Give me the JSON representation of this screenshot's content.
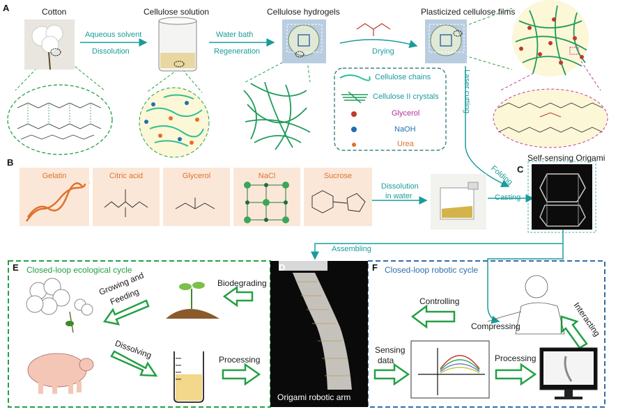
{
  "panels": {
    "a": "A",
    "b": "B",
    "c": "C",
    "d": "D",
    "e": "E",
    "f": "F"
  },
  "row_a": {
    "cotton": "Cotton",
    "cellulose_solution": "Cellulose solution",
    "cellulose_hydrogels": "Cellulose hydrogels",
    "plasticized_films": "Plasticized cellulose films",
    "aqueous_solvent": "Aqueous solvent",
    "dissolution": "Dissolution",
    "water_bath": "Water bath",
    "regeneration": "Regeneration",
    "drying": "Drying",
    "laser_cutting": "Laser cutting"
  },
  "legend": {
    "chains": "Cellulose chains",
    "crystals": "Cellulose II crystals",
    "glycerol": "Glycerol",
    "naoh": "NaOH",
    "urea": "Urea"
  },
  "row_b": {
    "ingredients": [
      "Gelatin",
      "Citric acid",
      "Glycerol",
      "NaCl",
      "Sucrose"
    ],
    "dissolution_in_water_1": "Dissolution",
    "dissolution_in_water_2": "in water",
    "casting": "Casting",
    "folding": "Folding",
    "self_sensing_origami": "Self-sensing Origami",
    "assembling": "Assembling"
  },
  "panel_e": {
    "title": "Closed-loop ecological cycle",
    "growing_1": "Growing and",
    "growing_2": "Feeding",
    "biodegrading": "Biodegrading",
    "dissolving": "Dissolving",
    "processing": "Processing"
  },
  "panel_d": {
    "caption": "Origami robotic arm"
  },
  "panel_f": {
    "title": "Closed-loop robotic cycle",
    "controlling": "Controlling",
    "compressing": "Compressing",
    "interacting": "Interacting",
    "sensing_1": "Sensing",
    "sensing_2": "data",
    "processing": "Processing"
  },
  "colors": {
    "teal": "#1a9b9b",
    "green": "#22a044",
    "blue": "#2f6fa6",
    "glycerol": "#c0392b",
    "naoh": "#1f6fb5",
    "urea": "#e0712a",
    "panel_tint": "#fbe7d8"
  }
}
